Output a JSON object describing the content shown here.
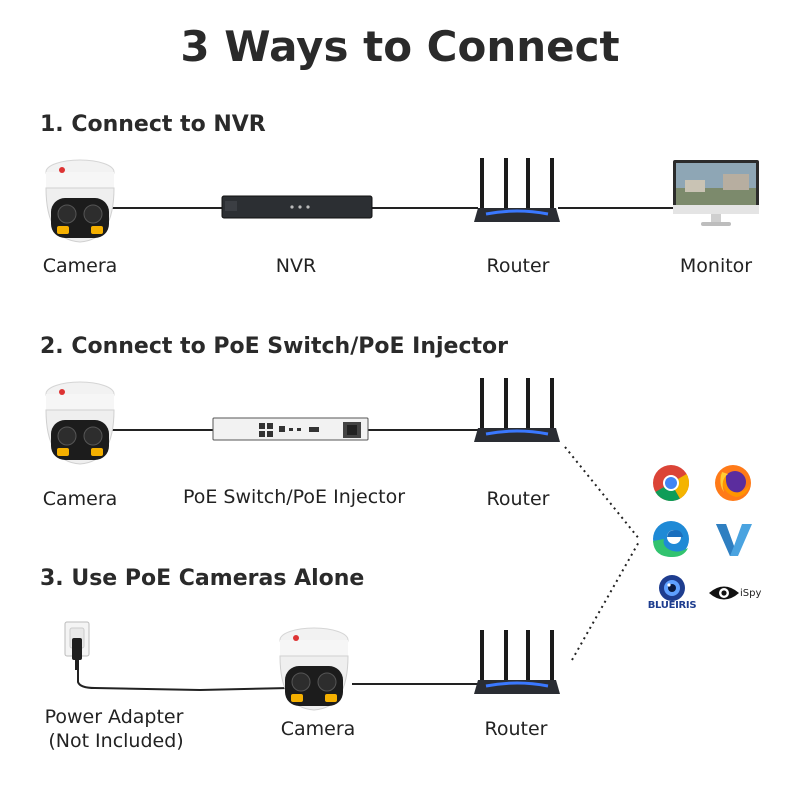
{
  "title": "3 Ways to Connect",
  "sections": [
    {
      "heading": "1. Connect to NVR",
      "devices": [
        "Camera",
        "NVR",
        "Router",
        "Monitor"
      ]
    },
    {
      "heading": "2. Connect to PoE Switch/PoE Injector",
      "devices": [
        "Camera",
        "PoE Switch/PoE Injector",
        "Router"
      ]
    },
    {
      "heading": "3. Use PoE Cameras Alone",
      "devices": [
        "Power Adapter",
        "(Not Included)",
        "Camera",
        "Router"
      ]
    }
  ],
  "software_icons": [
    "chrome-icon",
    "firefox-icon",
    "edge-icon",
    "vlc-style-v-icon",
    "blue-iris-icon",
    "ispy-icon"
  ],
  "software_labels": {
    "blueiris": "BLUEIRIS",
    "ispy": "iSpy"
  },
  "colors": {
    "cable": "#222222",
    "router_glow": "#3a78ff",
    "camera_amber": "#f5b000"
  }
}
